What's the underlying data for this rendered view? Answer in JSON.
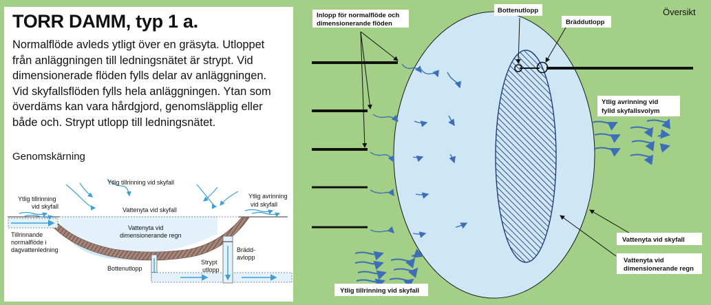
{
  "left_panel": {
    "title": "TORR DAMM, typ 1 a.",
    "description": "Normalflöde avleds ytligt över en gräsyta. Utloppet från anläggningen till ledningsnätet är strypt. Vid dimensionerade flöden fylls delar av anläggningen. Vid skyfallsflöden fylls hela anläggningen. Ytan som överdäms kan vara hårdgjord, genomsläpplig eller både och. Strypt utlopp till ledningsnätet.",
    "section_label": "Genomskärning",
    "cross_section": {
      "inflow_top": "Ytlig tillrinning vid skyfall",
      "inflow_left_1": "Ytlig tillrinning",
      "inflow_left_2": "vid skyfall",
      "outflow_right_1": "Ytlig avrinning",
      "outflow_right_2": "vid skyfall",
      "water_skyfall": "Vattenyta vid skyfall",
      "water_design_1": "Vattenyta vid",
      "water_design_2": "dimensionerande regn",
      "pipe_inflow_1": "Tillrinnande",
      "pipe_inflow_2": "normalflöde i",
      "pipe_inflow_3": "dagvattenledning",
      "overflow_1": "Brädd-",
      "overflow_2": "avlopp",
      "bottom_outlet": "Bottenutlopp",
      "throttled_1": "Strypt",
      "throttled_2": "utlopp"
    }
  },
  "right_panel": {
    "overview_label": "Översikt",
    "inlet_1": "Inlopp för normalflöde och",
    "inlet_2": "dimensionerande flöden",
    "bottom_outlet": "Bottenutlopp",
    "overflow_outlet": "Bräddutlopp",
    "runoff_full_1": "Ytlig avrinning vid",
    "runoff_full_2": "fylld skyfallsvolym",
    "water_skyfall": "Vattenyta vid skyfall",
    "water_design_1": "Vattenyta vid",
    "water_design_2": "dimensionerande regn",
    "inflow_skyfall": "Ytlig tillrinning vid skyfall"
  },
  "colors": {
    "background_grass": "#a3cf86",
    "water_light": "#cfe6f5",
    "flow_arrow": "#3d6fb8",
    "hatch": "#1f3d7a",
    "embankment": "#8a6a5e"
  }
}
